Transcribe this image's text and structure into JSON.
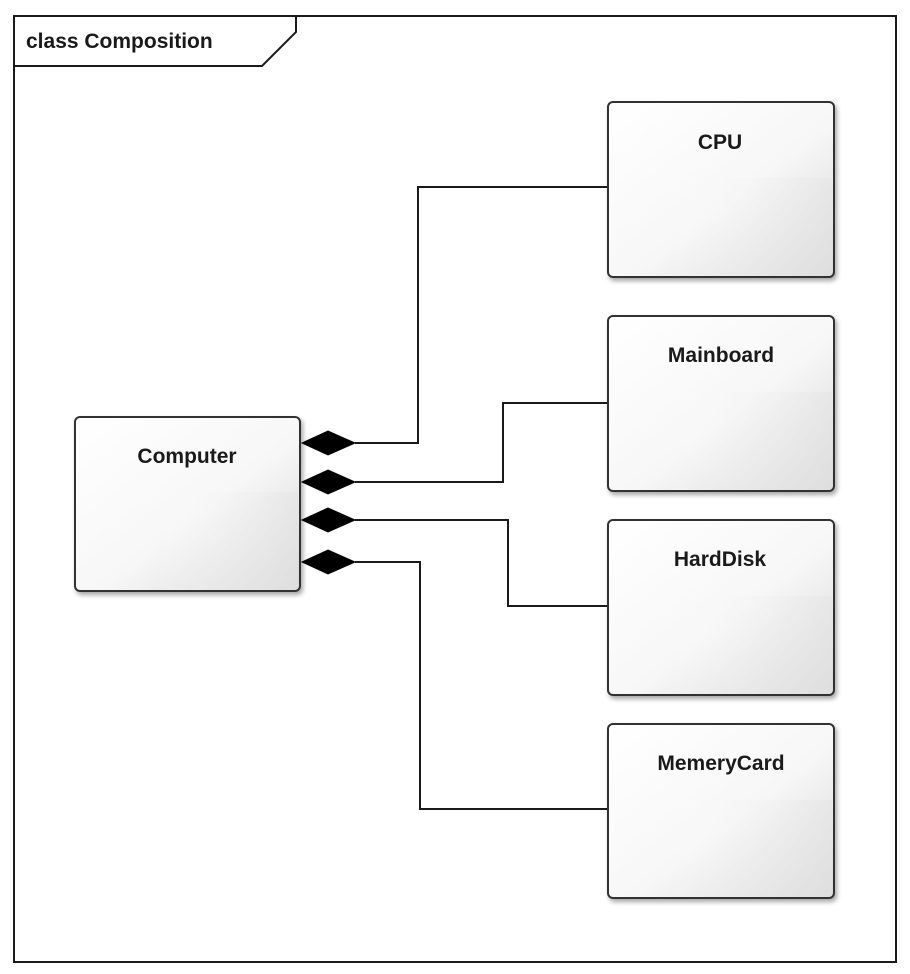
{
  "frame": {
    "title": "class Composition"
  },
  "classes": {
    "computer": "Computer",
    "cpu": "CPU",
    "mainboard": "Mainboard",
    "harddisk": "HardDisk",
    "memerycard": "MemeryCard"
  },
  "relationships": [
    {
      "type": "composition",
      "whole": "Computer",
      "part": "CPU"
    },
    {
      "type": "composition",
      "whole": "Computer",
      "part": "Mainboard"
    },
    {
      "type": "composition",
      "whole": "Computer",
      "part": "HardDisk"
    },
    {
      "type": "composition",
      "whole": "Computer",
      "part": "MemeryCard"
    }
  ],
  "colors": {
    "box_fill_light": "#ffffff",
    "box_fill_shade": "#d9d9d9",
    "stroke": "#1a1a1a",
    "diamond": "#000000"
  }
}
